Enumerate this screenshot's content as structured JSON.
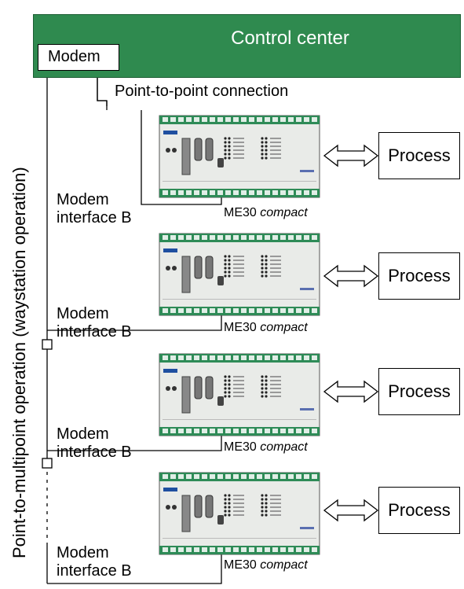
{
  "header": {
    "title": "Control center"
  },
  "modem": {
    "label": "Modem"
  },
  "ptp_label": "Point-to-point connection",
  "multipoint_label": "Point-to-multipoint operation (waystation operation)",
  "colors": {
    "header_green": "#2f8a4f",
    "device_green": "#2e8b57",
    "device_body": "#e9ebe8"
  },
  "stations": [
    {
      "modem_line1": "Modem",
      "modem_line2": "interface B",
      "device_name": "ME30",
      "device_variant": "compact",
      "process": "Process"
    },
    {
      "modem_line1": "Modem",
      "modem_line2": "interface B",
      "device_name": "ME30",
      "device_variant": "compact",
      "process": "Process"
    },
    {
      "modem_line1": "Modem",
      "modem_line2": "interface B",
      "device_name": "ME30",
      "device_variant": "compact",
      "process": "Process"
    },
    {
      "modem_line1": "Modem",
      "modem_line2": "interface B",
      "device_name": "ME30",
      "device_variant": "compact",
      "process": "Process"
    }
  ]
}
